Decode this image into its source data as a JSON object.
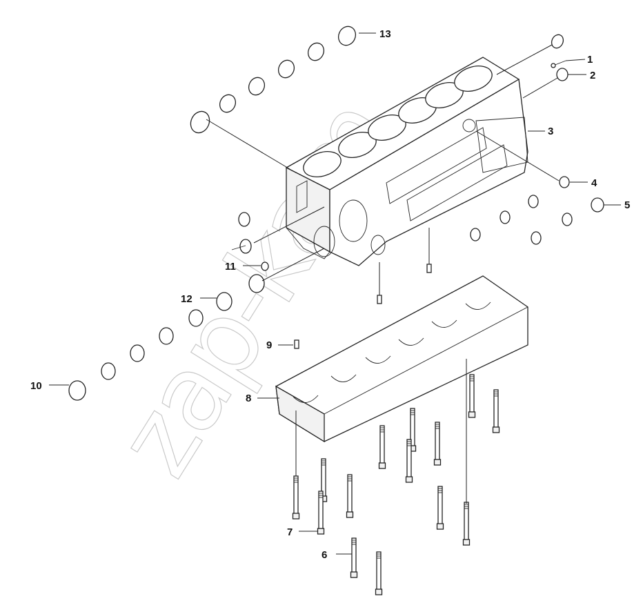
{
  "watermark": "zap-kam",
  "callouts": [
    {
      "id": "1",
      "label": "1"
    },
    {
      "id": "2",
      "label": "2"
    },
    {
      "id": "3",
      "label": "3"
    },
    {
      "id": "4",
      "label": "4"
    },
    {
      "id": "5",
      "label": "5"
    },
    {
      "id": "6",
      "label": "6"
    },
    {
      "id": "7",
      "label": "7"
    },
    {
      "id": "8",
      "label": "8"
    },
    {
      "id": "9",
      "label": "9"
    },
    {
      "id": "10",
      "label": "10"
    },
    {
      "id": "11",
      "label": "11"
    },
    {
      "id": "12",
      "label": "12"
    },
    {
      "id": "13",
      "label": "13"
    }
  ]
}
